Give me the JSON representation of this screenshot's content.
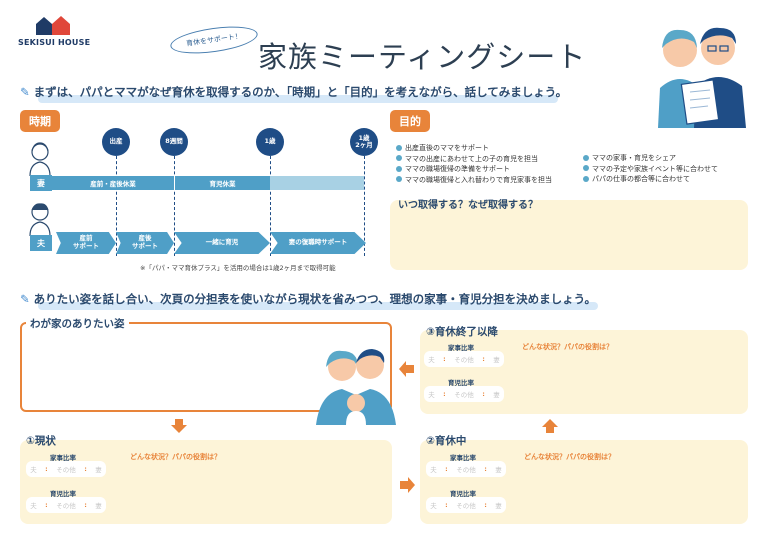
{
  "brand": {
    "name": "SEKISUI HOUSE"
  },
  "header": {
    "badge": "育休をサポート！",
    "title": "家族ミーティングシート"
  },
  "section1": {
    "prompt": "まずは、パパとママがなぜ育休を取得するのか、「時期」と「目的」を考えながら、話してみましょう。"
  },
  "timing": {
    "tab": "時期",
    "milestones": [
      "出産",
      "8週間",
      "1歳",
      "1歳\n2ヶ月"
    ],
    "mom_label": "妻",
    "dad_label": "夫",
    "mom_bars": [
      "産前・産後休業",
      "育児休業"
    ],
    "dad_bars": [
      "産前\nサポート",
      "産後\nサポート",
      "一緒に育児",
      "妻の復職時サポート"
    ],
    "note": "※「パパ・ママ育休プラス」を活用の場合は1歳2ヶ月まで取得可能"
  },
  "purpose": {
    "tab": "目的",
    "items_left": [
      "出産直後のママをサポート",
      "ママの出産にあわせて上の子の育児を担当",
      "ママの職場復帰の準備をサポート",
      "ママの職場復帰と入れ替わりで育児家事を担当"
    ],
    "items_right": [
      "ママの家事・育児をシェア",
      "ママの予定や家族イベント等に合わせて",
      "パパの仕事の都合等に合わせて"
    ],
    "question": "いつ取得する？なぜ取得する？"
  },
  "section2": {
    "prompt": "ありたい姿を話し合い、次頁の分担表を使いながら現状を省みつつ、理想の家事・育児分担を決めましょう。"
  },
  "ideal": {
    "title": "わが家のありたい姿"
  },
  "ratio": {
    "housework": "家事比率",
    "childcare": "育児比率",
    "husband": "夫",
    "other": "その他",
    "wife": "妻",
    "question": "どんな状況？パパの役割は？"
  },
  "stages": {
    "current": "①現状",
    "during": "②育休中",
    "after": "③育休終了以降"
  },
  "colors": {
    "accent": "#e8843a",
    "navy": "#1f4d86",
    "bar": "#4f9fc7",
    "cream": "#fdf4d8"
  }
}
